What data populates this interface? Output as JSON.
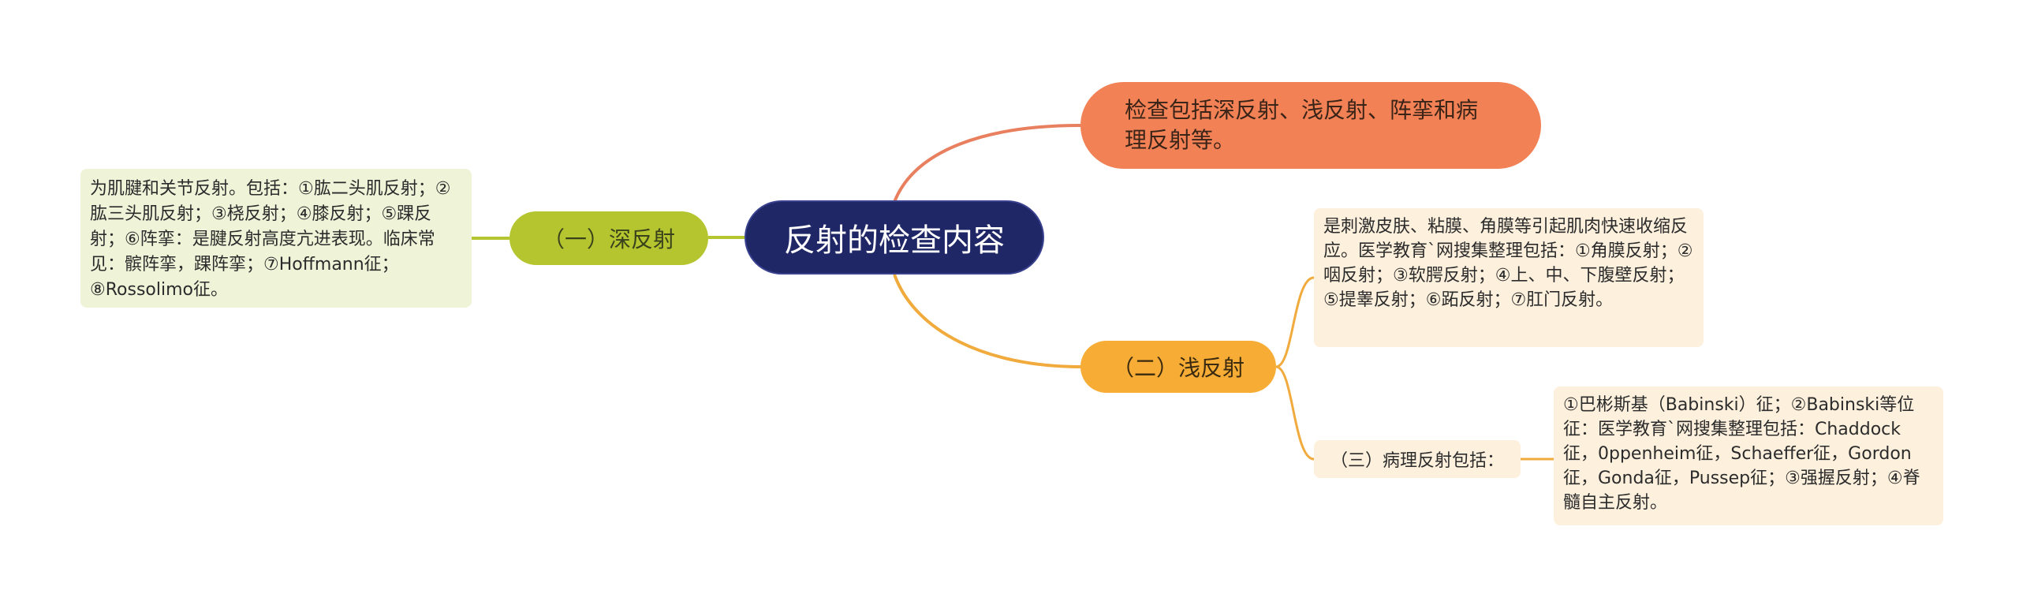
{
  "mindmap": {
    "root": "反射的检查内容",
    "summary": "检查包括深反射、浅反射、阵挛和病理反射等。",
    "deep": {
      "label": "（一）深反射",
      "detail": "为肌腱和关节反射。包括：①肱二头肌反射；②肱三头肌反射；③桡反射；④膝反射；⑤踝反射；⑥阵挛：是腱反射高度亢进表现。临床常见：髌阵挛，踝阵挛；⑦Hoffmann征；⑧Rossolimo征。"
    },
    "shallow": {
      "label": "（二）浅反射",
      "detail": "是刺激皮肤、粘膜、角膜等引起肌肉快速收缩反应。医学教育`网搜集整理包括：①角膜反射；②咽反射；③软腭反射；④上、中、下腹壁反射；⑤提睾反射；⑥跖反射；⑦肛门反射。",
      "pathological": {
        "label": "（三）病理反射包括：",
        "detail": "①巴彬斯基（Babinski）征；②Babinski等位征：医学教育`网搜集整理包括：Chaddock征，0ppenheim征，Schaeffer征，Gordon征，Gonda征，Pussep征；③强握反射；④脊髓自主反射。"
      }
    }
  },
  "colors": {
    "root": "#1f2766",
    "deep": "#b5c530",
    "summary": "#f28155",
    "shallow": "#f7ac35",
    "deep_link": "#b5c530",
    "summary_link": "#e87f5e",
    "shallow_link": "#f1aa3c"
  }
}
